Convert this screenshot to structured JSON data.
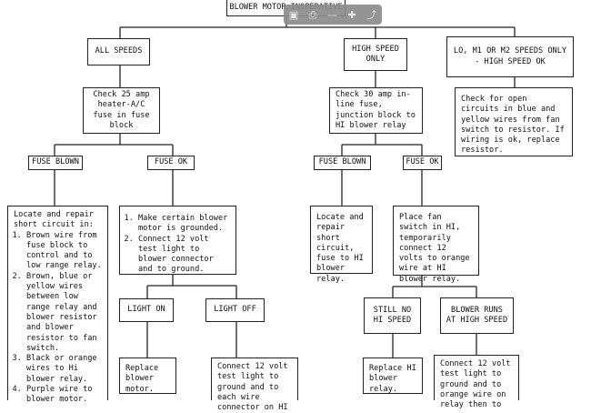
{
  "title": "BLOWER MOTOR INOPERATIVE",
  "toolbar": {
    "icons": [
      "save-icon",
      "print-icon",
      "zoom-out-icon",
      "zoom-in-icon",
      "select-icon"
    ]
  },
  "branches": {
    "all_speeds": {
      "header": "ALL SPEEDS",
      "check": "Check 25 amp heater-A/C fuse in fuse block",
      "fuse_blown": "FUSE BLOWN",
      "fuse_ok": "FUSE OK",
      "blown_action_intro": "Locate and repair short circuit in:",
      "blown_action_items": [
        "Brown wire from fuse block to control and to low range relay.",
        "Brown, blue or yellow wires between low range relay and blower resistor and blower resistor to fan switch.",
        "Black or orange wires to Hi blower relay.",
        "Purple wire to blower motor."
      ],
      "ok_action_items": [
        "Make certain blower motor is grounded.",
        "Connect 12 volt test light to blower connector and to ground."
      ],
      "light_on": "LIGHT ON",
      "light_off": "LIGHT OFF",
      "replace_motor": "Replace blower motor.",
      "light_off_action": "Connect 12 volt test light to ground and to each wire connector on HI"
    },
    "high_speed": {
      "header": "HIGH SPEED ONLY",
      "check": "Check 30 amp in-line fuse, junction block to HI blower relay",
      "fuse_blown": "FUSE BLOWN",
      "fuse_ok": "FUSE OK",
      "blown_action": "Locate and repair short circuit, fuse to HI blower relay.",
      "ok_action": "Place fan switch in HI, temporarily connect 12 volts to orange wire at HI blower relay.",
      "still_no_hi": "STILL NO HI SPEED",
      "runs_hi": "BLOWER RUNS AT HIGH SPEED",
      "replace_relay": "Replace HI blower relay.",
      "runs_action": "Connect 12 volt test light to ground and to orange wire on relay then to"
    },
    "lo_m1_m2": {
      "header": "LO, M1 OR M2 SPEEDS ONLY - HIGH SPEED OK",
      "action": "Check for open circuits in blue and yellow wires from fan switch to resistor. If wiring is ok, replace resistor."
    }
  }
}
